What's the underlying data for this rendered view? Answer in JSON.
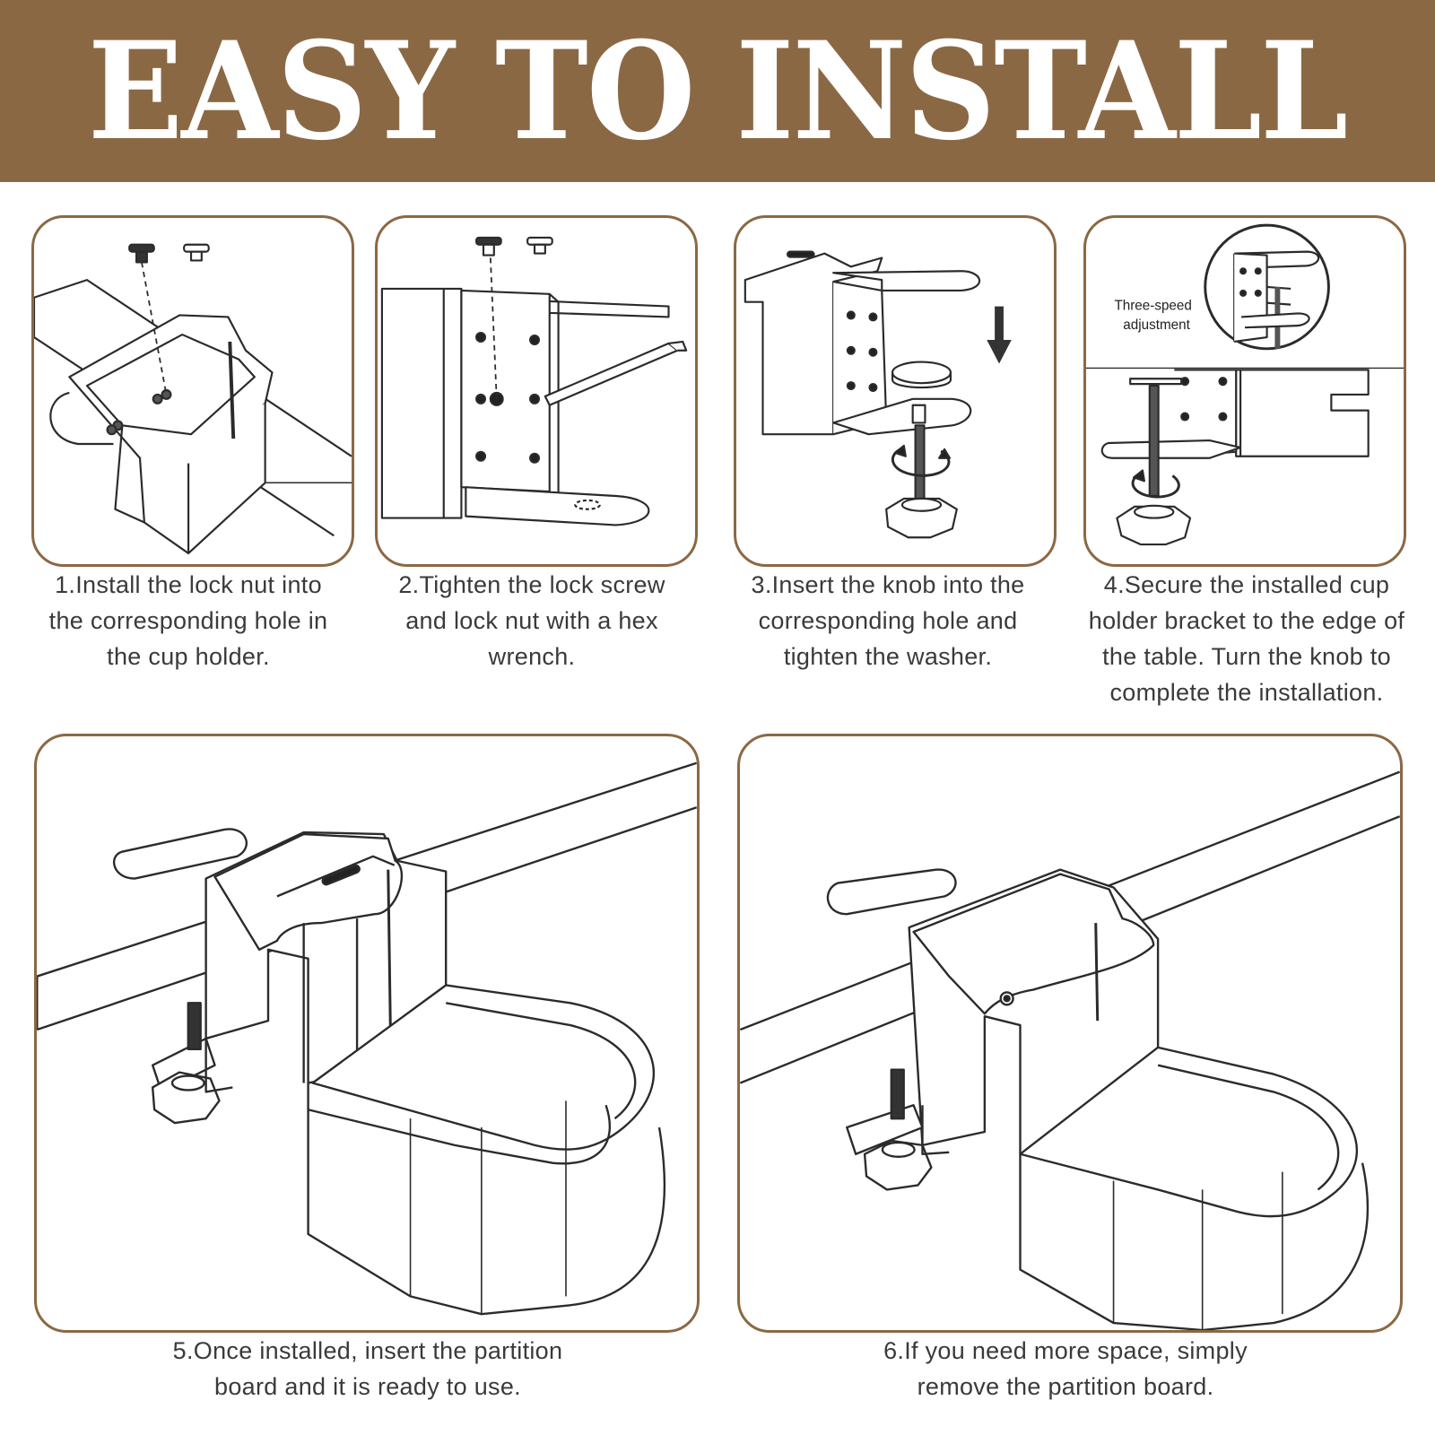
{
  "header": {
    "title": "EASY TO INSTALL",
    "background_color": "#8b6844",
    "text_color": "#ffffff"
  },
  "panel_border_color": "#8b6844",
  "steps": [
    {
      "caption": "1.Install the lock nut into the corresponding hole in the cup holder."
    },
    {
      "caption": "2.Tighten the lock screw and lock nut with a hex wrench."
    },
    {
      "caption": "3.Insert the knob into the corresponding hole and tighten the washer."
    },
    {
      "caption": "4.Secure the installed cup holder bracket to the edge of the table. Turn the knob to complete the installation.",
      "callout_label": [
        "Three-speed",
        "adjustment"
      ]
    },
    {
      "caption": "5.Once installed, insert the partition board and it is ready to use."
    },
    {
      "caption": "6.If you need more space, simply remove the partition board."
    }
  ],
  "icons": [
    "lock-nut-icon",
    "hex-wrench-icon",
    "rotate-arrow-icon",
    "down-arrow-icon",
    "knob-icon"
  ]
}
